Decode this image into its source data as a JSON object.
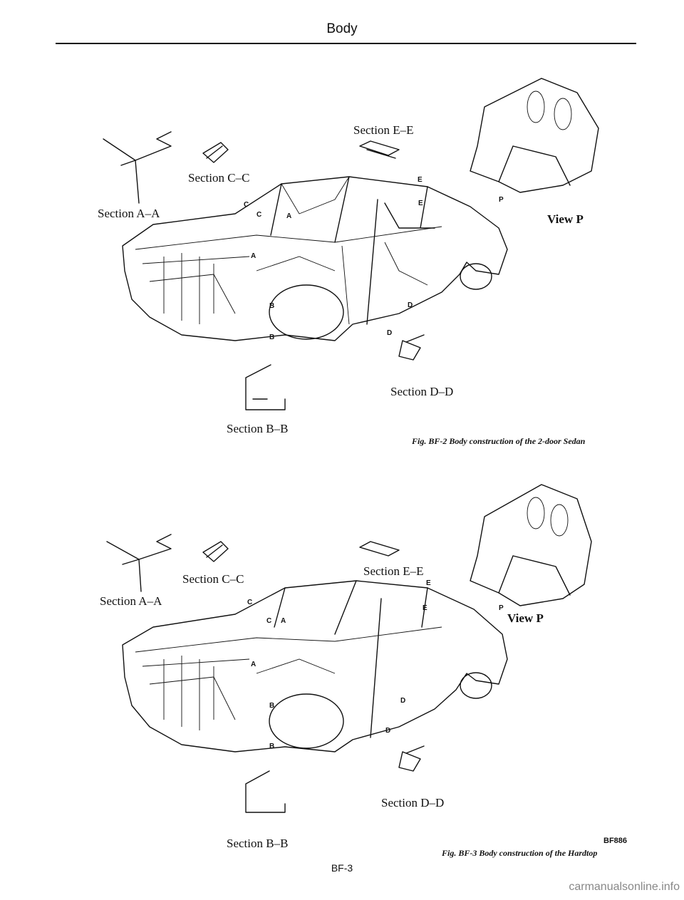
{
  "page": {
    "header": "Body",
    "page_number": "BF-3",
    "code": "BF886",
    "watermark": "carmanualsonline.info"
  },
  "figures": [
    {
      "caption": "Fig. BF-2 Body construction of the 2-door Sedan",
      "labels": {
        "section_aa": "Section A–A",
        "section_bb": "Section B–B",
        "section_cc": "Section C–C",
        "section_dd": "Section D–D",
        "section_ee": "Section E–E",
        "view_p": "View P"
      },
      "markers": {
        "a": "A",
        "b": "B",
        "c": "C",
        "d": "D",
        "e": "E",
        "p": "P"
      }
    },
    {
      "caption": "Fig. BF-3 Body construction of the Hardtop",
      "labels": {
        "section_aa": "Section A–A",
        "section_bb": "Section B–B",
        "section_cc": "Section C–C",
        "section_dd": "Section D–D",
        "section_ee": "Section E–E",
        "view_p": "View P"
      },
      "markers": {
        "a": "A",
        "b": "B",
        "c": "C",
        "d": "D",
        "e": "E",
        "p": "P"
      }
    }
  ]
}
